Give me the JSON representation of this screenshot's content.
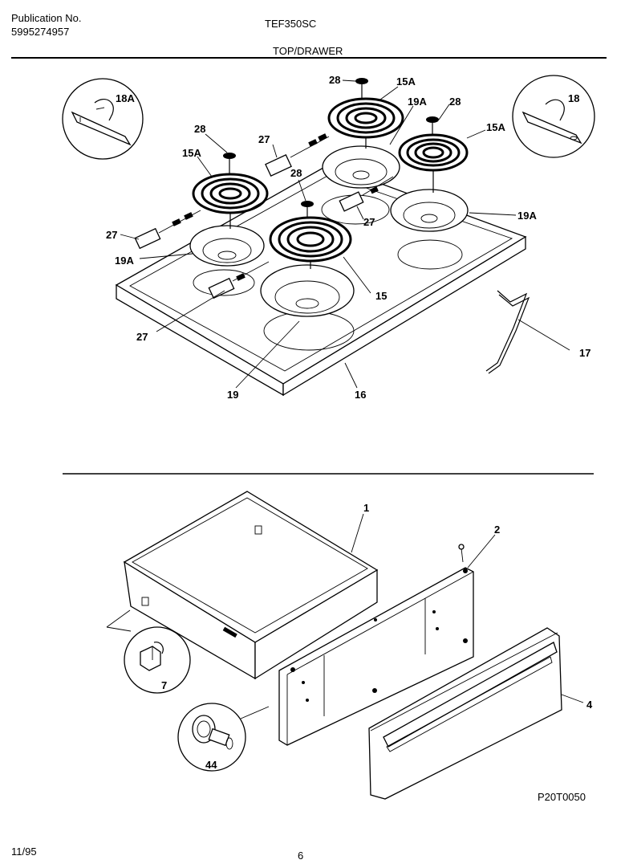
{
  "header": {
    "publication_label": "Publication No.",
    "publication_number": "5995274957",
    "model": "TEF350SC",
    "section_title": "TOP/DRAWER"
  },
  "footer": {
    "date": "11/95",
    "page_number": "6",
    "diagram_code": "P20T0050"
  },
  "callouts": {
    "c18A": "18A",
    "c18": "18",
    "c28_left": "28",
    "c15A_left": "15A",
    "c27_top": "27",
    "c28_center": "28",
    "c28_back": "28",
    "c15A_back": "15A",
    "c19A_back": "19A",
    "c28_right": "28",
    "c15A_right": "15A",
    "c19A_right": "19A",
    "c27_mid": "27",
    "c27_left": "27",
    "c19A_left": "19A",
    "c15": "15",
    "c27_bottom": "27",
    "c17": "17",
    "c19": "19",
    "c16": "16",
    "c1": "1",
    "c2": "2",
    "c4": "4",
    "c7": "7",
    "c44": "44"
  }
}
